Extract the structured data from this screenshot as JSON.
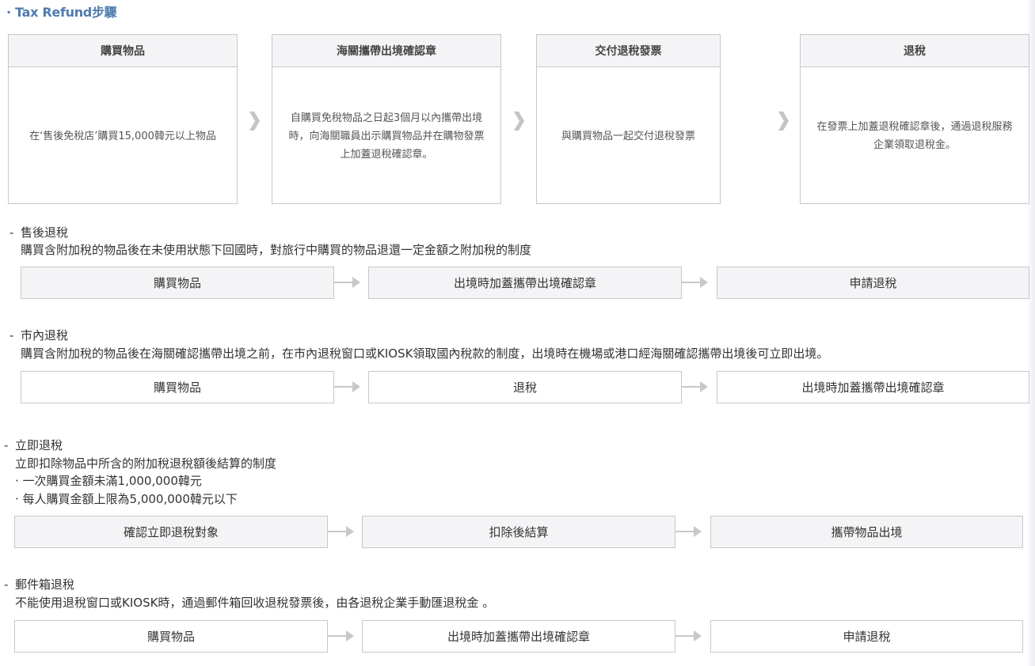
{
  "page": {
    "title": "· Tax Refund步驟",
    "accent_color": "#4f7cae"
  },
  "steps": [
    {
      "heading": "購買物品",
      "body": "在‘售後免稅店’購買15,000韓元以上物品"
    },
    {
      "heading": "海關攜帶出境確認章",
      "body": "自購買免稅物品之日起3個月以內攜帶出境時，向海關職員出示購買物品并在購物發票上加蓋退稅確認章。"
    },
    {
      "heading": "交付退稅發票",
      "body": "與購買物品一起交付退稅發票"
    },
    {
      "heading": "退稅",
      "body": "在發票上加蓋退稅確認章後，通過退稅服務企業領取退稅金。"
    }
  ],
  "step_separator_icon": "chevron-right-icon",
  "sections": [
    {
      "dash": "-",
      "title": "售後退稅",
      "description": "購買含附加稅的物品後在未使用狀態下回國時，對旅行中購買的物品退還一定金額之附加稅的制度",
      "bullets": [],
      "flow": [
        "購買物品",
        "出境時加蓋攜帶出境確認章",
        "申請退稅"
      ]
    },
    {
      "dash": "-",
      "title": "市內退稅",
      "description": "購買含附加稅的物品後在海關確認攜帶出境之前，在市內退稅窗口或KIOSK領取國內稅款的制度，出境時在機場或港口經海關確認攜帶出境後可立即出境。",
      "bullets": [],
      "flow": [
        "購買物品",
        "退稅",
        "出境時加蓋攜帶出境確認章"
      ]
    },
    {
      "dash": "-",
      "title": "立即退稅",
      "description": "立即扣除物品中所含的附加稅退稅額後結算的制度",
      "bullets": [
        "· 一次購買金額未滿1,000,000韓元",
        "· 每人購買金額上限為5,000,000韓元以下"
      ],
      "flow": [
        "確認立即退稅對象",
        "扣除後結算",
        "攜帶物品出境"
      ]
    },
    {
      "dash": "-",
      "title": "郵件箱退稅",
      "description": "不能使用退稅窗口或KIOSK時，通過郵件箱回收退稅發票後，由各退稅企業手動匯退稅金 。",
      "bullets": [],
      "flow": [
        "購買物品",
        "出境時加蓋攜帶出境確認章",
        "申請退稅"
      ]
    }
  ],
  "flow_arrow_icon": "arrow-right-icon"
}
